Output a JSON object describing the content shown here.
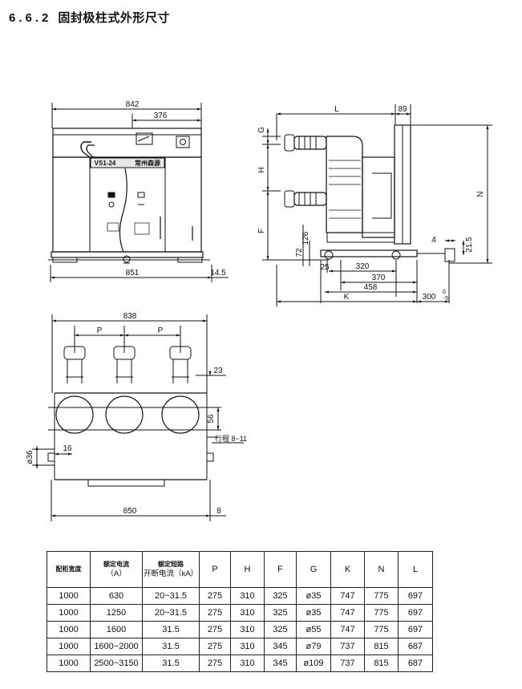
{
  "section": {
    "number": "6.6.2",
    "title": "固封极柱式外形尺寸"
  },
  "front_view": {
    "dim_width": "842",
    "dim_offset": "376",
    "dim_base": "851",
    "dim_side": "14.5",
    "nameplate_model": "VS1-24",
    "nameplate_maker": "常州森源"
  },
  "side_view": {
    "dim_L": "L",
    "dim_89": "89",
    "dim_G": "G",
    "dim_H": "H",
    "dim_F": "F",
    "dim_N": "N",
    "dim_72": "72",
    "dim_126": "126",
    "dim_4": "4",
    "dim_21_5": "21.5",
    "dim_25": "25",
    "dim_320": "320",
    "dim_370": "370",
    "dim_458": "458",
    "dim_K": "K",
    "dim_300": "300",
    "dim_tol_upper": "0",
    "dim_tol_lower": "-5"
  },
  "top_view": {
    "dim_width": "838",
    "dim_P1": "P",
    "dim_P2": "P",
    "dim_23": "23",
    "dim_56": "56",
    "dim_stroke": "行程 8~11",
    "dim_36": "ø36",
    "dim_16": "16",
    "dim_base": "850",
    "dim_8": "8"
  },
  "table": {
    "headers": [
      {
        "line1": "配柜宽度",
        "line2": ""
      },
      {
        "line1": "额定电流",
        "line2": "（A）"
      },
      {
        "line1": "额定短路",
        "line2": "开断电流（kA）"
      },
      {
        "line1": "P",
        "line2": ""
      },
      {
        "line1": "H",
        "line2": ""
      },
      {
        "line1": "F",
        "line2": ""
      },
      {
        "line1": "G",
        "line2": ""
      },
      {
        "line1": "K",
        "line2": ""
      },
      {
        "line1": "N",
        "line2": ""
      },
      {
        "line1": "L",
        "line2": ""
      }
    ],
    "rows": [
      [
        "1000",
        "630",
        "20~31.5",
        "275",
        "310",
        "325",
        "ø35",
        "747",
        "775",
        "697"
      ],
      [
        "1000",
        "1250",
        "20~31.5",
        "275",
        "310",
        "325",
        "ø35",
        "747",
        "775",
        "697"
      ],
      [
        "1000",
        "1600",
        "31.5",
        "275",
        "310",
        "325",
        "ø55",
        "747",
        "775",
        "697"
      ],
      [
        "1000",
        "1600~2000",
        "31.5",
        "275",
        "310",
        "345",
        "ø79",
        "737",
        "815",
        "687"
      ],
      [
        "1000",
        "2500~3150",
        "31.5",
        "275",
        "310",
        "345",
        "ø109",
        "737",
        "815",
        "687"
      ]
    ]
  }
}
